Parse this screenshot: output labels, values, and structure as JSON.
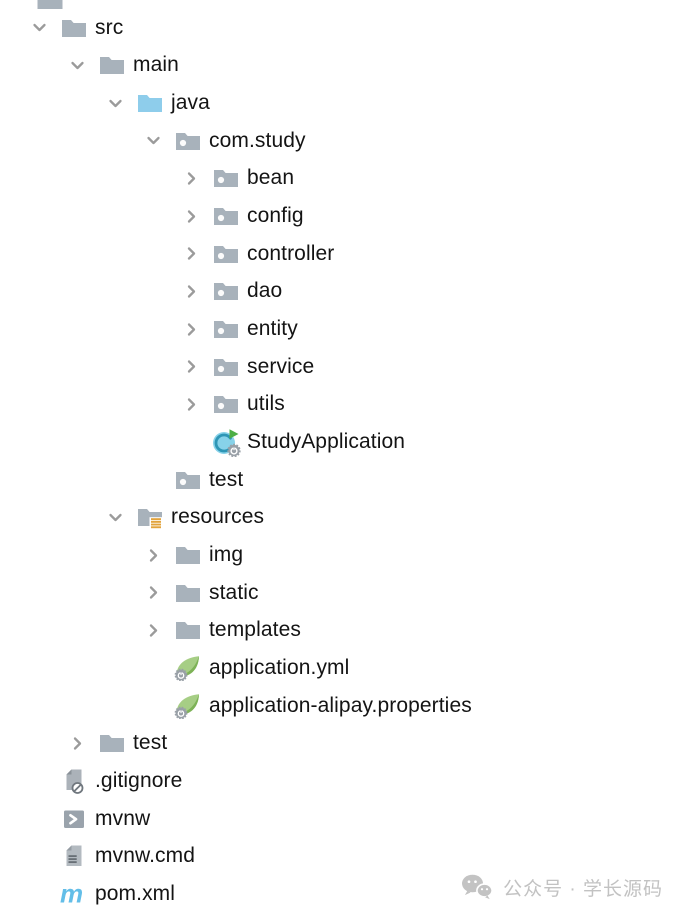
{
  "watermark": {
    "text": "公众号 · 学长源码",
    "icon": "wechat-icon"
  },
  "colors": {
    "text": "#141414",
    "chevron": "#9b9b9b",
    "folder_gray": "#a8b2bb",
    "sources_folder_blue": "#8ecdeb",
    "resources_badge_orange": "#e2a33c",
    "spring_leaf_green": "#a6ce85",
    "spring_leaf_dark_green": "#7db257",
    "class_circle_blue": "#87d2e9",
    "run_triangle_green": "#4cae45",
    "maven_blue": "#63bee8",
    "badge_gray": "#99a0a7",
    "watermark_gray": "#c2c2c2"
  },
  "tree": {
    "items": [
      {
        "label": "",
        "level": 0,
        "icon": "folder-partial",
        "chevron": "none"
      },
      {
        "label": "src",
        "level": 0,
        "icon": "folder",
        "chevron": "down"
      },
      {
        "label": "main",
        "level": 1,
        "icon": "folder",
        "chevron": "down"
      },
      {
        "label": "java",
        "level": 2,
        "icon": "sources-folder",
        "chevron": "down"
      },
      {
        "label": "com.study",
        "level": 3,
        "icon": "package",
        "chevron": "down"
      },
      {
        "label": "bean",
        "level": 4,
        "icon": "package",
        "chevron": "right"
      },
      {
        "label": "config",
        "level": 4,
        "icon": "package",
        "chevron": "right"
      },
      {
        "label": "controller",
        "level": 4,
        "icon": "package",
        "chevron": "right"
      },
      {
        "label": "dao",
        "level": 4,
        "icon": "package",
        "chevron": "right"
      },
      {
        "label": "entity",
        "level": 4,
        "icon": "package",
        "chevron": "right"
      },
      {
        "label": "service",
        "level": 4,
        "icon": "package",
        "chevron": "right"
      },
      {
        "label": "utils",
        "level": 4,
        "icon": "package",
        "chevron": "right"
      },
      {
        "label": "StudyApplication",
        "level": 4,
        "icon": "runnable-class",
        "chevron": "none"
      },
      {
        "label": "test",
        "level": 3,
        "icon": "package",
        "chevron": "none"
      },
      {
        "label": "resources",
        "level": 2,
        "icon": "resources-folder",
        "chevron": "down"
      },
      {
        "label": "img",
        "level": 3,
        "icon": "folder",
        "chevron": "right"
      },
      {
        "label": "static",
        "level": 3,
        "icon": "folder",
        "chevron": "right"
      },
      {
        "label": "templates",
        "level": 3,
        "icon": "folder",
        "chevron": "right"
      },
      {
        "label": "application.yml",
        "level": 3,
        "icon": "spring-config",
        "chevron": "none"
      },
      {
        "label": "application-alipay.properties",
        "level": 3,
        "icon": "spring-config",
        "chevron": "none"
      },
      {
        "label": "test",
        "level": 1,
        "icon": "folder",
        "chevron": "right"
      },
      {
        "label": ".gitignore",
        "level": 0,
        "icon": "ignored-file",
        "chevron": "none"
      },
      {
        "label": "mvnw",
        "level": 0,
        "icon": "shell-script",
        "chevron": "none"
      },
      {
        "label": "mvnw.cmd",
        "level": 0,
        "icon": "text-file",
        "chevron": "none"
      },
      {
        "label": "pom.xml",
        "level": 0,
        "icon": "maven",
        "chevron": "none"
      }
    ]
  }
}
